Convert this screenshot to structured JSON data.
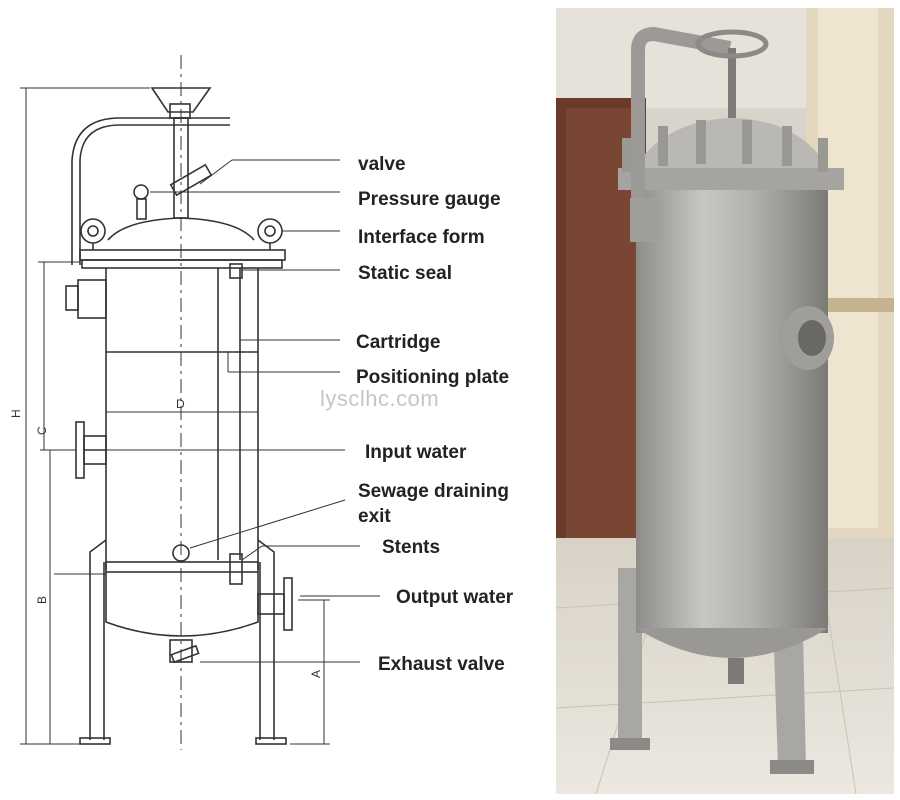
{
  "labels": {
    "valve": "valve",
    "pressure_gauge": "Pressure gauge",
    "interface_form": "Interface form",
    "static_seal": "Static seal",
    "cartridge": "Cartridge",
    "positioning_plate": "Positioning plate",
    "input_water": "Input water",
    "sewage_line1": "Sewage draining",
    "sewage_line2": "exit",
    "stents": "Stents",
    "output_water": "Output water",
    "exhaust_valve": "Exhaust valve"
  },
  "dimensions": {
    "h": "H",
    "c": "C",
    "b": "B",
    "a": "A",
    "d": "D"
  },
  "watermark": "lysclhc.com",
  "colors": {
    "line": "#333333",
    "steel": "#b8b6b2",
    "steel_dark": "#8c8a86"
  }
}
